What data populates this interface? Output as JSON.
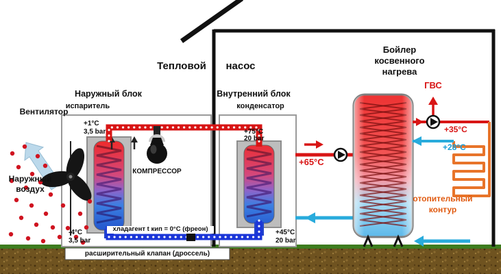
{
  "scene": {
    "title_left": "Тепловой",
    "title_right": "насос"
  },
  "fan": {
    "label": "Вентилятор"
  },
  "outside_air": {
    "line1": "Наружный",
    "line2": "воздух"
  },
  "outdoor_unit": {
    "label": "Наружный блок",
    "component": "испаритель",
    "top_temp": "+1°C",
    "top_pressure": "3,5 bar",
    "bottom_temp": "-4°C",
    "bottom_pressure": "3,5 bar"
  },
  "indoor_unit": {
    "label": "Внутренний блок",
    "component": "конденсатор",
    "top_temp": "+75°C",
    "top_pressure": "20 bar",
    "bottom_temp": "+45°C",
    "bottom_pressure": "20 bar"
  },
  "compressor": {
    "label": "КОМПРЕССОР"
  },
  "notes": {
    "refrigerant": "хладагент t кип = 0°C (фреон)",
    "expansion_valve": "расширительный клапан (дроссель)"
  },
  "boiler": {
    "line1": "Бойлер",
    "line2": "косвенного",
    "line3": "нагрева",
    "gvs": "ГВС",
    "supply_temp": "+65°C",
    "dhw_temp": "+35°C",
    "return_temp": "+28°C"
  },
  "heating_circuit": {
    "line1": "отопительный",
    "line2": "контур"
  },
  "colors": {
    "hot": "#d81515",
    "cold_water": "#29abdc",
    "refrigerant_cold": "#1a35d8",
    "heating_circuit": "#e8742a",
    "ground": "#6f5320",
    "grass": "#3e7c1f"
  }
}
